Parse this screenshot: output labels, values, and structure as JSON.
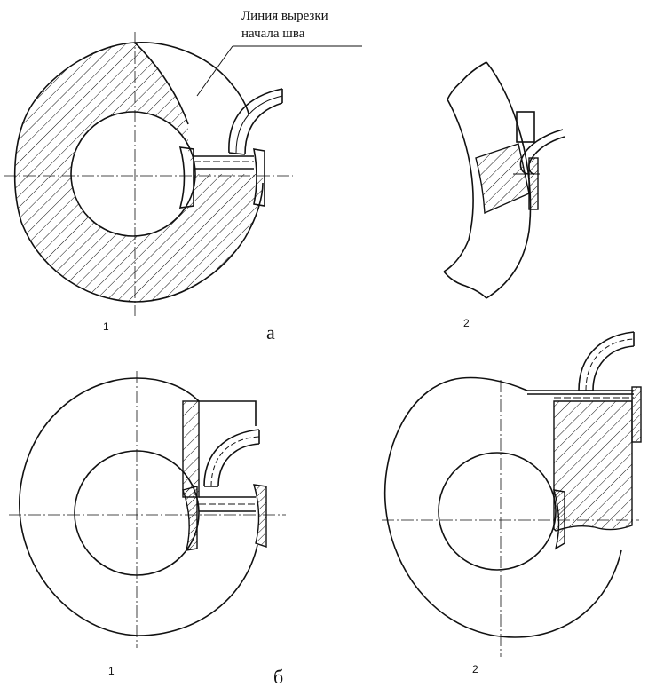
{
  "callout": {
    "line1": "Линия вырезки",
    "line2": "начала шва"
  },
  "groups": [
    {
      "label": "а"
    },
    {
      "label": "б"
    }
  ],
  "figures": [
    {
      "label": "1"
    },
    {
      "label": "2"
    },
    {
      "label": "1"
    },
    {
      "label": "2"
    }
  ]
}
